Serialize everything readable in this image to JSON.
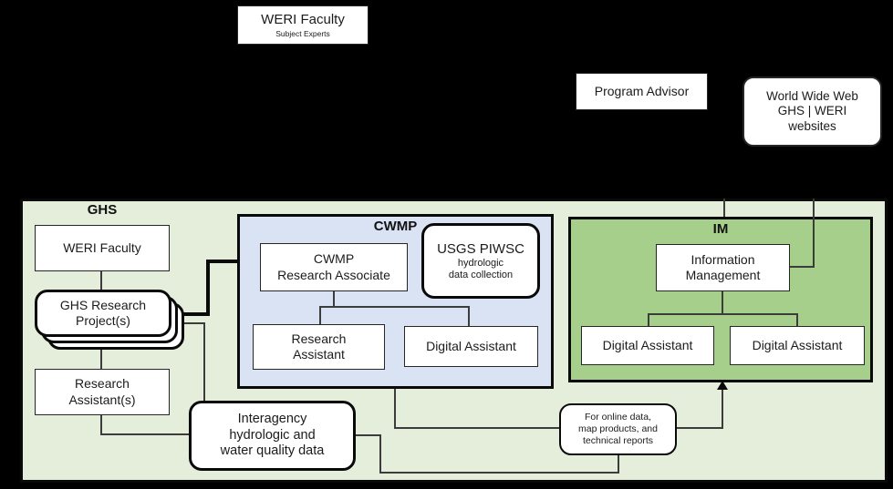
{
  "top": {
    "weri_faculty_box": {
      "title": "WERI Faculty",
      "subtitle": "Subject Experts"
    },
    "program_advisor": {
      "label": "Program Advisor"
    },
    "www_box": {
      "label": "World Wide Web\nGHS | WERI\nwebsites"
    }
  },
  "ghs": {
    "label": "GHS",
    "weri_faculty": "WERI Faculty",
    "research_projects": "GHS Research\nProject(s)",
    "research_assistants": "Research\nAssistant(s)"
  },
  "cwmp": {
    "label": "CWMP",
    "research_associate": "CWMP\nResearch Associate",
    "usgs": {
      "title": "USGS PIWSC",
      "subtitle": "hydrologic\ndata collection"
    },
    "research_assistant": "Research\nAssistant",
    "digital_assistant": "Digital Assistant"
  },
  "im": {
    "label": "IM",
    "information_management": "Information\nManagement",
    "digital_assistant_1": "Digital Assistant",
    "digital_assistant_2": "Digital Assistant"
  },
  "notes": {
    "interagency": "Interagency\nhydrologic and\nwater quality data",
    "online_products": "For online data,\nmap products, and\ntechnical reports"
  },
  "colors": {
    "background": "#000000",
    "container_bg": "#e4eedb",
    "cwmp_bg": "#dae3f3",
    "im_bg": "#a6cf8b",
    "box_bg": "#ffffff",
    "line": "#3c3c3c",
    "border": "#0a0a0a"
  }
}
